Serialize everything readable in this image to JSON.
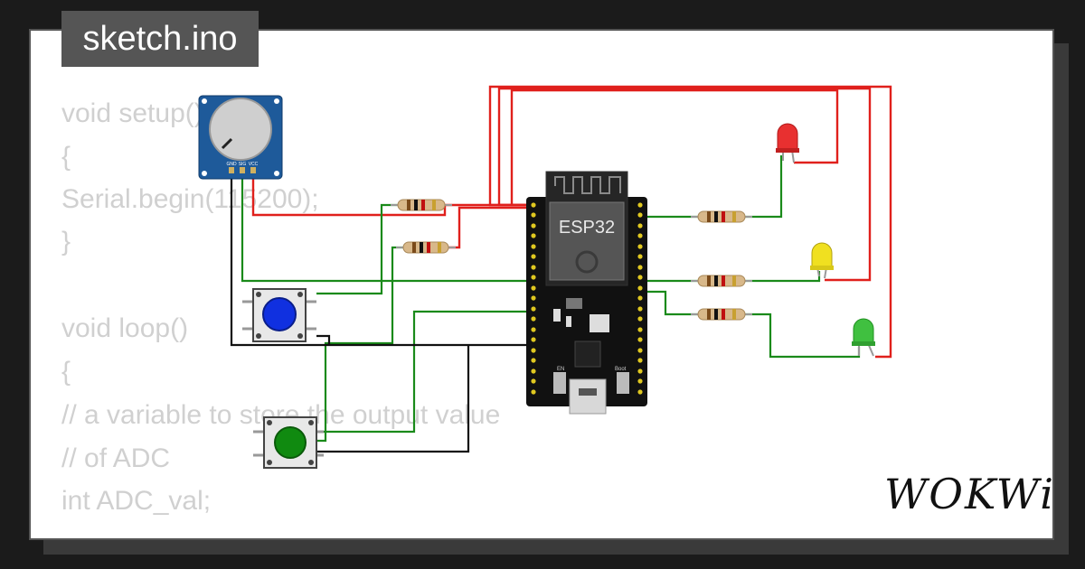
{
  "file_tab": "sketch.ino",
  "code_lines": [
    "void setup()",
    "{",
    "Serial.begin(115200);",
    "}",
    "",
    "void loop()",
    "{",
    "// a variable to store the output value",
    "// of ADC",
    "int ADC_val;"
  ],
  "board": {
    "label": "ESP32",
    "en_label": "EN",
    "boot_label": "Boot"
  },
  "potentiometer": {
    "pins": [
      "GND",
      "SIG",
      "VCC"
    ]
  },
  "logo": "WOKWi",
  "colors": {
    "wire_red": "#e0201c",
    "wire_green": "#1a8a1a",
    "wire_black": "#111111",
    "led_red": "#e83030",
    "led_yellow": "#f0e020",
    "led_green": "#40c040",
    "button_blue": "#1030e0",
    "button_green": "#108a10",
    "pot_board": "#1e5a9a"
  }
}
